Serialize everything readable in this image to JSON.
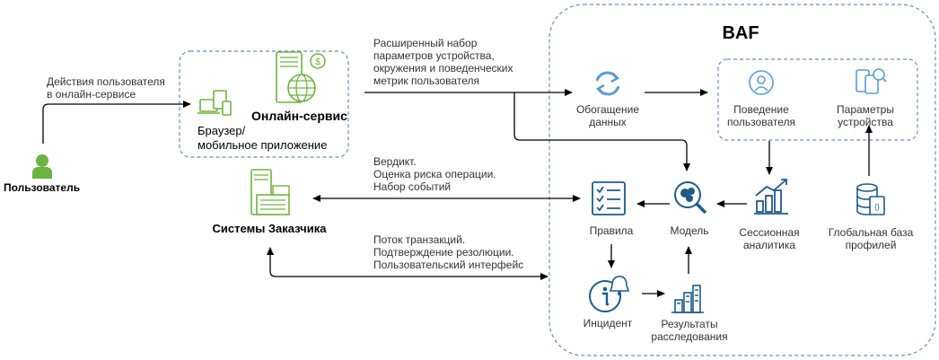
{
  "colors": {
    "green": "#6db33f",
    "blue": "#5b9bd5",
    "navy": "#1f5a8c",
    "dash": "#6a8fbf"
  },
  "baf_title": "BAF",
  "user": {
    "label": "Пользователь",
    "icon": "user-icon"
  },
  "user_action_text": "Действия пользователя\nв онлайн-сервисе",
  "browser": {
    "label": "Браузер/\nмобильное приложение",
    "icon": "devices-icon"
  },
  "online_service": {
    "label": "Онлайн-сервис",
    "icon": "server-globe-icon"
  },
  "customer_systems": {
    "label": "Системы Заказчика",
    "icon": "server-rack-icon"
  },
  "arrow_labels": {
    "extended_params": "Расширенный набор\nпараметров устройства,\nокружения и поведенческих\nметрик пользователя",
    "verdict": "Вердикт.\nОценка риска операции.\nНабор событий",
    "transactions": "Поток транзакций.\nПодтверждение резолюции.\nПользовательский интерфейс"
  },
  "nodes": {
    "enrichment": {
      "label": "Обогащение\nданных",
      "icon": "sync-icon"
    },
    "user_behavior": {
      "label": "Поведение\nпользователя",
      "icon": "person-circle-icon"
    },
    "device_params": {
      "label": "Параметры\nустройства",
      "icon": "mobile-search-icon"
    },
    "rules": {
      "label": "Правила",
      "icon": "checklist-icon"
    },
    "model": {
      "label": "Модель",
      "icon": "magnifier-icon"
    },
    "session_analytics": {
      "label": "Сессионная\nаналитика",
      "icon": "bar-chart-icon"
    },
    "global_profiles": {
      "label": "Глобальная база\nпрофилей",
      "icon": "database-icon"
    },
    "incident": {
      "label": "Инцидент",
      "icon": "info-bell-icon"
    },
    "investigation": {
      "label": "Результаты\nрасследования",
      "icon": "results-chart-icon"
    }
  }
}
